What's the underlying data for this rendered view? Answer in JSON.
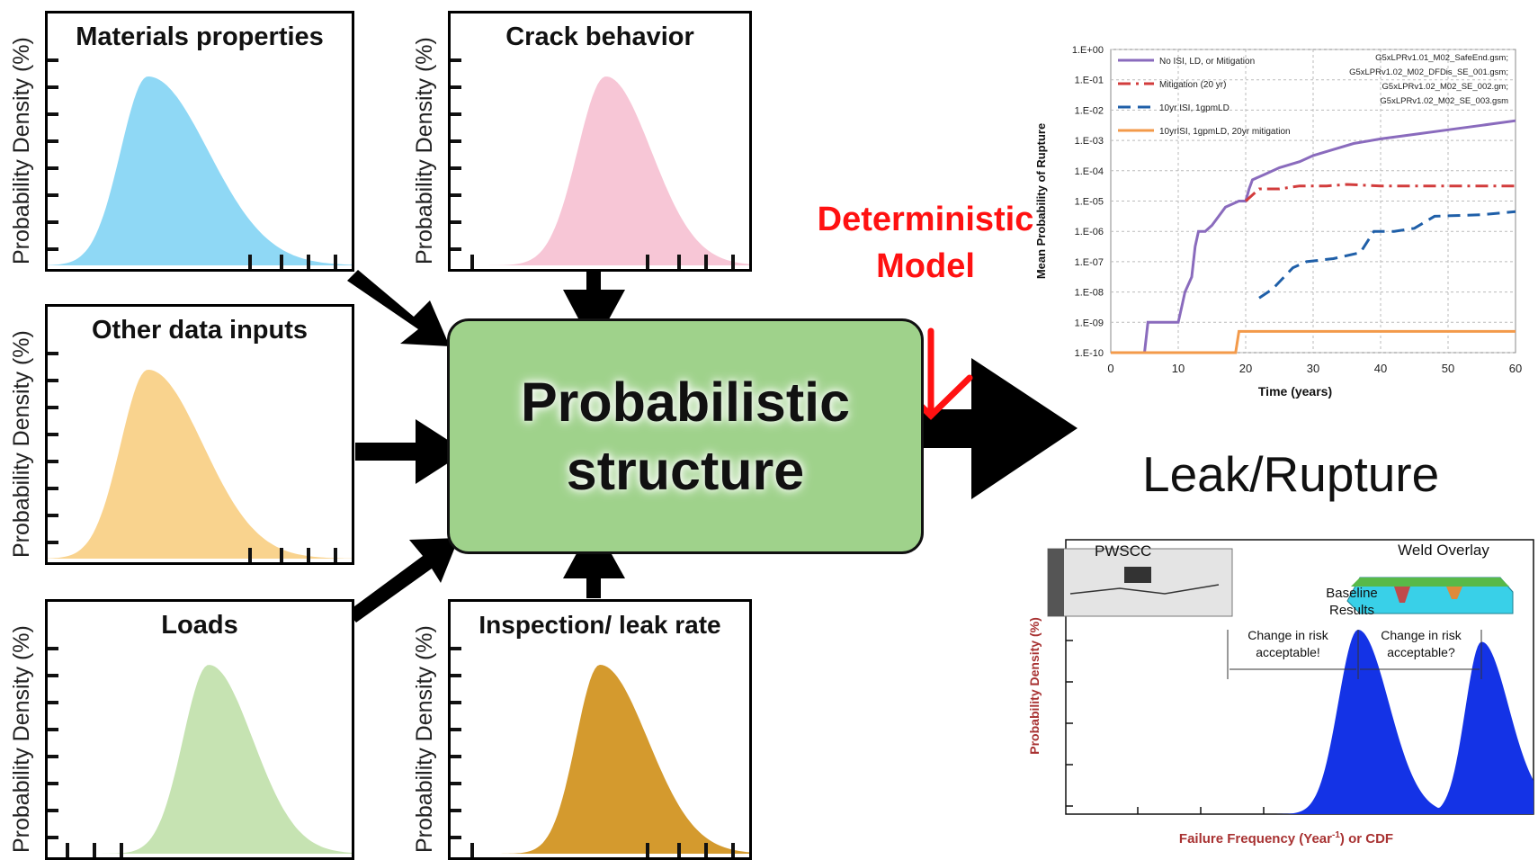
{
  "panels": [
    {
      "id": "materials",
      "title": "Materials properties",
      "ylabel": "Probability Density (%)",
      "color": "#8fd8f5"
    },
    {
      "id": "crack",
      "title": "Crack behavior",
      "ylabel": "Probability Density (%)",
      "color": "#f7c6d6"
    },
    {
      "id": "other",
      "title": "Other data inputs",
      "ylabel": "Probability Density (%)",
      "color": "#f9d38e"
    },
    {
      "id": "loads",
      "title": "Loads",
      "ylabel": "Probability Density (%)",
      "color": "#c6e3b2"
    },
    {
      "id": "inspection",
      "title": "Inspection/ leak rate",
      "ylabel": "Probability Density (%)",
      "color": "#d49a2e"
    }
  ],
  "center": {
    "line1": "Probabilistic",
    "line2": "structure"
  },
  "deterministic": {
    "line1": "Deterministic",
    "line2": "Model"
  },
  "output_label": "Leak/Rupture",
  "colors": {
    "arrow": "#000000",
    "center_fill": "#9fd28b",
    "deterministic": "#ff1111",
    "rupture_blue": "#1433e6"
  },
  "chart_data": [
    {
      "type": "line",
      "xlabel": "Time (years)",
      "ylabel": "Mean Probability of Rupture",
      "xlim": [
        0,
        60
      ],
      "xticks": [
        "0",
        "10",
        "20",
        "30",
        "40",
        "50",
        "60"
      ],
      "ylim": [
        "1.E-10",
        "1.E+00"
      ],
      "log_y": true,
      "yticks": [
        "1.E+00",
        "1.E-01",
        "1.E-02",
        "1.E-03",
        "1.E-04",
        "1.E-05",
        "1.E-06",
        "1.E-07",
        "1.E-08",
        "1.E-09",
        "1.E-10"
      ],
      "grid": true,
      "legend_position": "top-left",
      "legend_notes": [
        "G5xLPRv1.01_M02_SafeEnd.gsm;",
        "G5xLPRv1.02_M02_DFDis_SE_001.gsm;",
        "G5xLPRv1.02_M02_SE_002.gm;",
        "G5xLPRv1.02_M02_SE_003.gsm"
      ],
      "series": [
        {
          "name": "No ISI, LD, or Mitigation",
          "color": "#8a6bbd",
          "style": "solid",
          "points": [
            [
              5,
              -10
            ],
            [
              5.5,
              -9
            ],
            [
              10,
              -9
            ],
            [
              10.5,
              -8.5
            ],
            [
              11,
              -8
            ],
            [
              12,
              -7.5
            ],
            [
              12.5,
              -6.5
            ],
            [
              13,
              -6
            ],
            [
              14,
              -6
            ],
            [
              15,
              -5.8
            ],
            [
              16,
              -5.5
            ],
            [
              17,
              -5.2
            ],
            [
              18,
              -5.1
            ],
            [
              19,
              -5
            ],
            [
              20,
              -5
            ],
            [
              20.5,
              -4.6
            ],
            [
              21,
              -4.3
            ],
            [
              23,
              -4.1
            ],
            [
              25,
              -3.9
            ],
            [
              28,
              -3.7
            ],
            [
              30,
              -3.5
            ],
            [
              33,
              -3.3
            ],
            [
              36,
              -3.1
            ],
            [
              40,
              -2.95
            ],
            [
              45,
              -2.8
            ],
            [
              50,
              -2.65
            ],
            [
              55,
              -2.5
            ],
            [
              60,
              -2.35
            ]
          ]
        },
        {
          "name": "Mitigation (20 yr)",
          "color": "#d23c3c",
          "style": "dashdot",
          "points": [
            [
              20,
              -5
            ],
            [
              22,
              -4.6
            ],
            [
              25,
              -4.6
            ],
            [
              28,
              -4.5
            ],
            [
              32,
              -4.5
            ],
            [
              35,
              -4.45
            ],
            [
              40,
              -4.5
            ],
            [
              50,
              -4.5
            ],
            [
              60,
              -4.5
            ]
          ]
        },
        {
          "name": "10yr ISI, 1gpmLD",
          "color": "#1f5fa8",
          "style": "dashed",
          "points": [
            [
              22,
              -8.2
            ],
            [
              24,
              -7.9
            ],
            [
              27,
              -7.2
            ],
            [
              29,
              -7
            ],
            [
              33,
              -6.9
            ],
            [
              37,
              -6.7
            ],
            [
              39,
              -6
            ],
            [
              42,
              -6
            ],
            [
              45,
              -5.9
            ],
            [
              48,
              -5.5
            ],
            [
              55,
              -5.45
            ],
            [
              60,
              -5.35
            ]
          ]
        },
        {
          "name": "10yrISI, 1gpmLD, 20yr mitigation",
          "color": "#f39a4a",
          "style": "solid",
          "points": [
            [
              0,
              -10
            ],
            [
              18.5,
              -10
            ],
            [
              19,
              -9.3
            ],
            [
              25,
              -9.3
            ],
            [
              40,
              -9.3
            ],
            [
              60,
              -9.3
            ]
          ]
        }
      ]
    },
    {
      "type": "area",
      "ylabel": "Probability Density (%)",
      "xlabel": "Failure Frequency (Year",
      "xlabel_sup": "-1",
      "xlabel_tail": ") or CDF",
      "annotations": [
        "PWSCC",
        "Weld Overlay",
        "Baseline",
        "Results",
        "Change in risk",
        "acceptable!",
        "Change in risk",
        "acceptable?"
      ]
    }
  ]
}
